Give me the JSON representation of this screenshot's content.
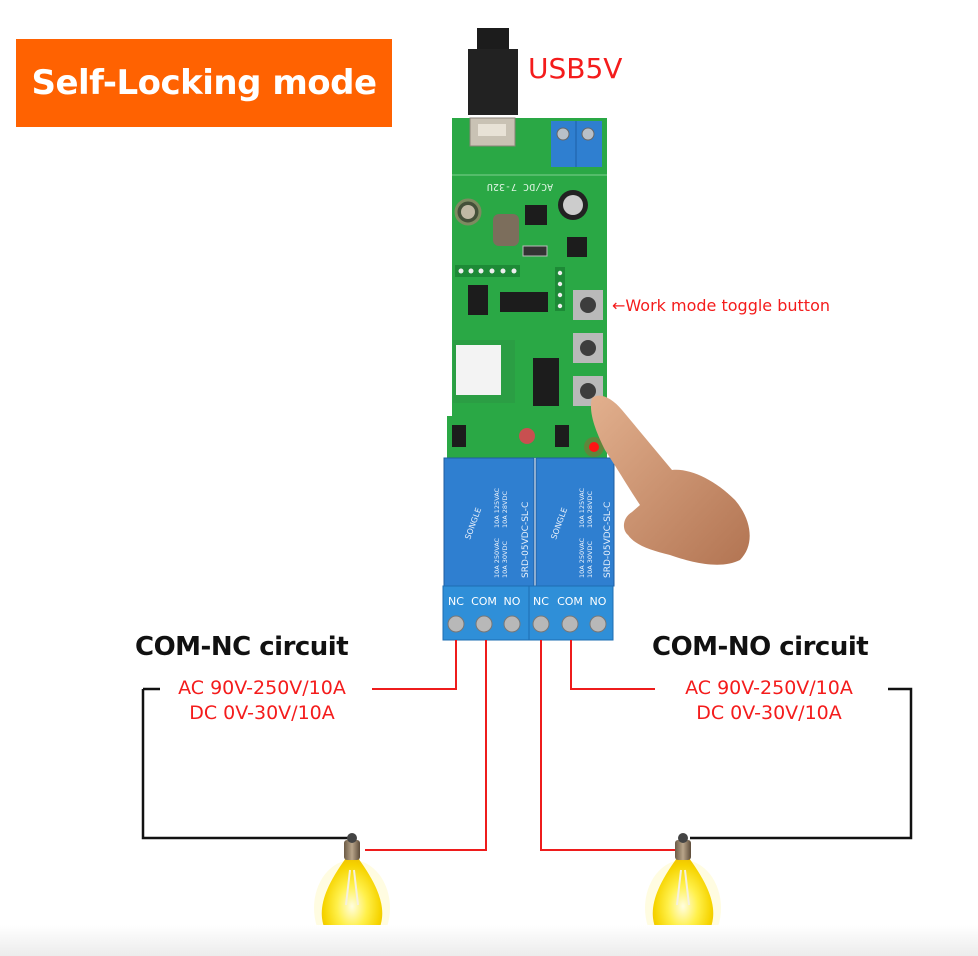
{
  "banner": {
    "label": "Self-Locking mode",
    "color": "#ff6201"
  },
  "power": {
    "label": "USB5V",
    "icon": "usb-cable-icon"
  },
  "board": {
    "silkscreen": "AC/DC 7-32U",
    "relays": [
      {
        "brand": "SONGLE",
        "model": "SRD-05VDC-SL-C",
        "ratings": [
          "10A 250VAC",
          "10A 125VAC",
          "10A 30VDC",
          "10A 28VDC"
        ]
      },
      {
        "brand": "SONGLE",
        "model": "SRD-05VDC-SL-C",
        "ratings": [
          "10A 250VAC",
          "10A 125VAC",
          "10A 30VDC",
          "10A 28VDC"
        ]
      }
    ],
    "terminals": [
      {
        "labels": [
          "NC",
          "COM",
          "NO"
        ]
      },
      {
        "labels": [
          "NC",
          "COM",
          "NO"
        ]
      }
    ]
  },
  "annotation": {
    "toggle_note": "←Work mode toggle button"
  },
  "circuits": {
    "left": {
      "title": "COM-NC circuit",
      "ac": "AC 90V-250V/10A",
      "dc": "DC 0V-30V/10A"
    },
    "right": {
      "title": "COM-NO circuit",
      "ac": "AC 90V-250V/10A",
      "dc": "DC 0V-30V/10A"
    }
  },
  "colors": {
    "wire_live": "#ee1c1c",
    "wire_neutral": "#111111",
    "pcb": "#2aa845",
    "relay": "#2f7fd0",
    "terminal": "#2f8fd8",
    "text_red": "#f41c1c"
  }
}
